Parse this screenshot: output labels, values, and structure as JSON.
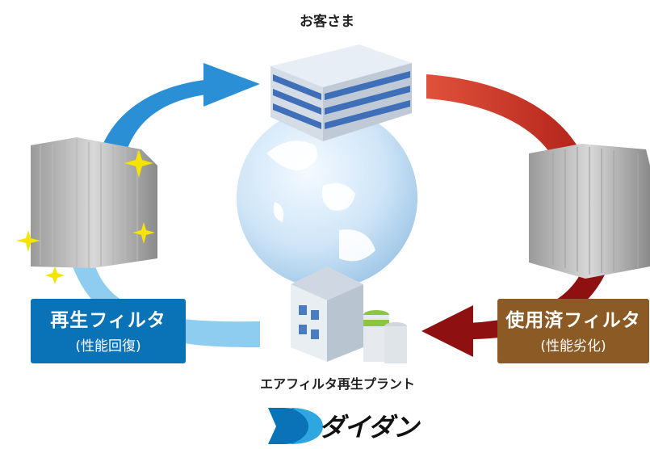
{
  "customer_label": "お客さま",
  "plant_label": "エアフィルタ再生プラント",
  "regenerated": {
    "title": "再生フィルタ",
    "subtitle": "(性能回復)",
    "color": "#0a73b8"
  },
  "used": {
    "title": "使用済フィルタ",
    "subtitle": "(性能劣化)",
    "color": "#8b5a25"
  },
  "logo": {
    "text": "ダイダン",
    "color": "#0a73b8"
  },
  "colors": {
    "blue_arrow": "#2b8fd6",
    "light_blue_arrow": "#8fcdf0",
    "red_arrow": "#d73c2a",
    "dark_red_arrow": "#8e1010"
  },
  "icons": [
    "building-icon",
    "globe-icon",
    "factory-icon",
    "filter-icon",
    "sparkle-icon",
    "logo-icon"
  ]
}
